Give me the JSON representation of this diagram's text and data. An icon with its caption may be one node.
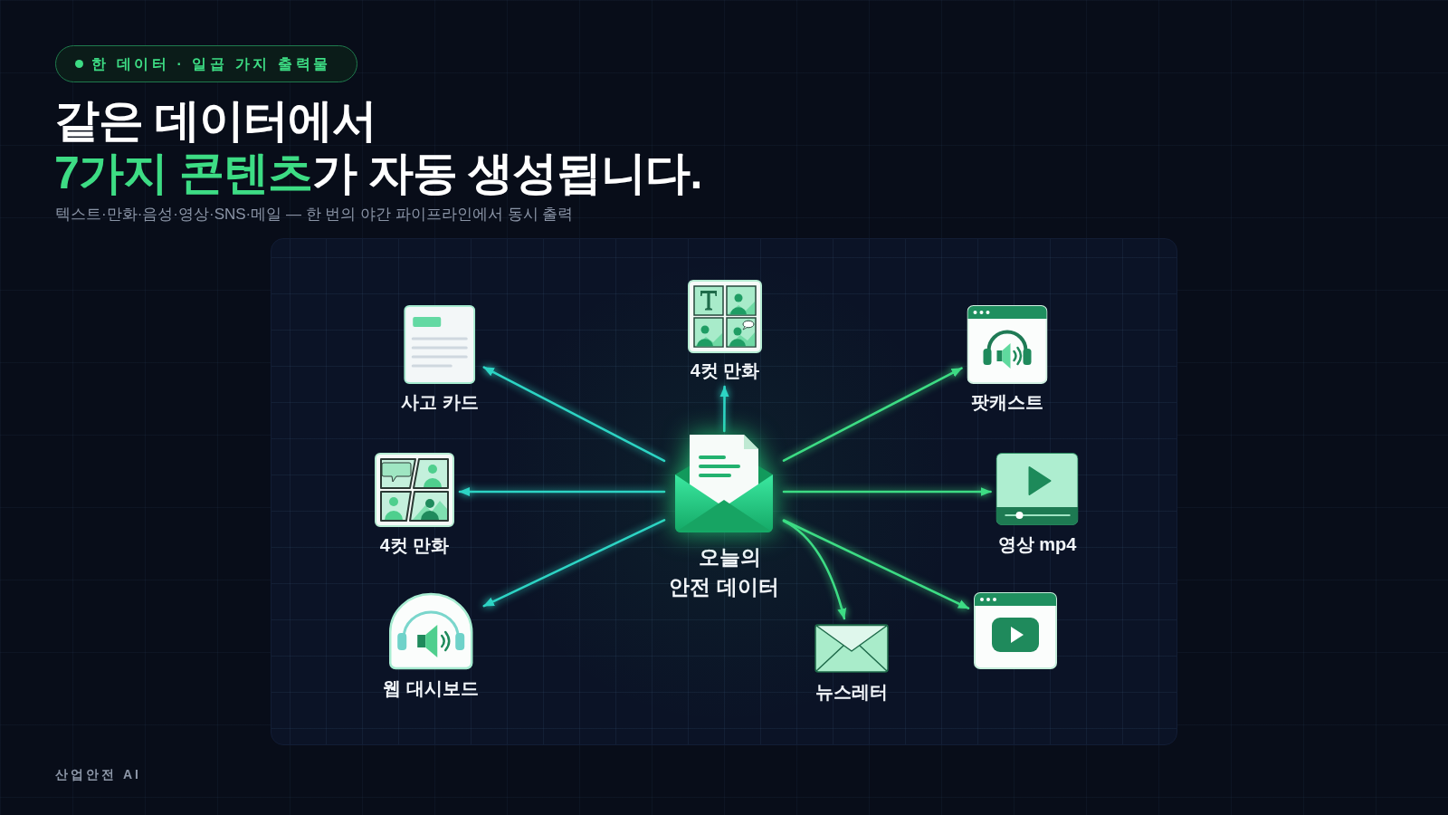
{
  "diagram": {
    "title": "같은 데이터에서 **7가지 콘텐츠**가 자동 생성됩니다.",
    "nodes": [
      {
        "text": [
          "사고 카드"
        ]
      },
      {
        "text": [
          "4컷 만화"
        ]
      },
      {
        "text": [
          "팟캐스트"
        ]
      },
      {
        "text": [
          "4컷 만화"
        ]
      },
      {
        "text": [
          "오늘의 안전 데이터"
        ]
      },
      {
        "text": [
          "영상 mp4"
        ]
      },
      {
        "text": [
          "웹 대시보드"
        ]
      },
      {
        "text": [
          "뉴스레터"
        ]
      },
      {
        "text": [],
        "shape": "picture"
      }
    ],
    "edges": [
      {
        "from": 4,
        "to": 0,
        "arrow": "to",
        "color": "#2dd4c4"
      },
      {
        "from": 4,
        "to": 1,
        "arrow": "to",
        "color": "#2dd4c4"
      },
      {
        "from": 4,
        "to": 2,
        "arrow": "to"
      },
      {
        "from": 4,
        "to": 3,
        "arrow": "to",
        "color": "#2dd4c4"
      },
      {
        "from": 4,
        "to": 5,
        "arrow": "to"
      },
      {
        "from": 4,
        "to": 6,
        "arrow": "to",
        "color": "#2dd4c4"
      },
      {
        "from": 4,
        "to": 7,
        "arrow": "to"
      },
      {
        "from": 4,
        "to": 8,
        "arrow": "to"
      }
    ],
    "labels": [
      "한 데이터 · 일곱 가지 출력물",
      "텍스트·만화·음성·영상·SNS·메일 — 한 번의 야간 파이프라인에서 동시 출력",
      "산업안전 AI"
    ]
  }
}
